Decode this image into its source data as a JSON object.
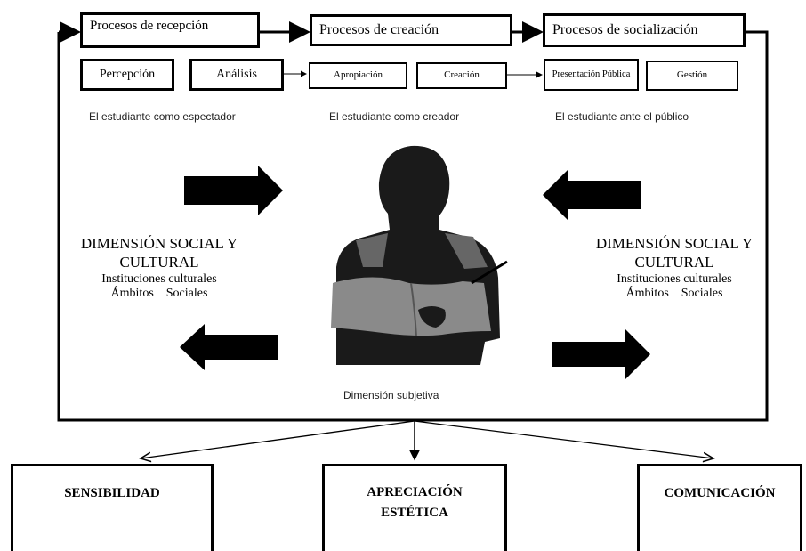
{
  "processes": {
    "reception": "Procesos de recepción",
    "creation": "Procesos de creación",
    "socialization": "Procesos de socialización"
  },
  "subprocesses": {
    "perception": "Percepción",
    "analysis": "Análisis",
    "appropriation": "Apropiación",
    "creation": "Creación",
    "public_presentation": "Presentación Pública",
    "management": "Gestión"
  },
  "roles": {
    "spectator": "El estudiante como espectador",
    "creator": "El estudiante como creador",
    "public": "El estudiante ante el público"
  },
  "social_dimension": {
    "title": "DIMENSIÓN SOCIAL Y CULTURAL",
    "institutions": "Instituciones culturales",
    "social_spheres": "Ámbitos    Sociales"
  },
  "subjective_dimension": "Dimensión subjetiva",
  "outcomes": {
    "sensibility": "SENSIBILIDAD",
    "appreciation": "APRECIACIÓN ESTÉTICA",
    "communication": "COMUNICACIÓN"
  }
}
